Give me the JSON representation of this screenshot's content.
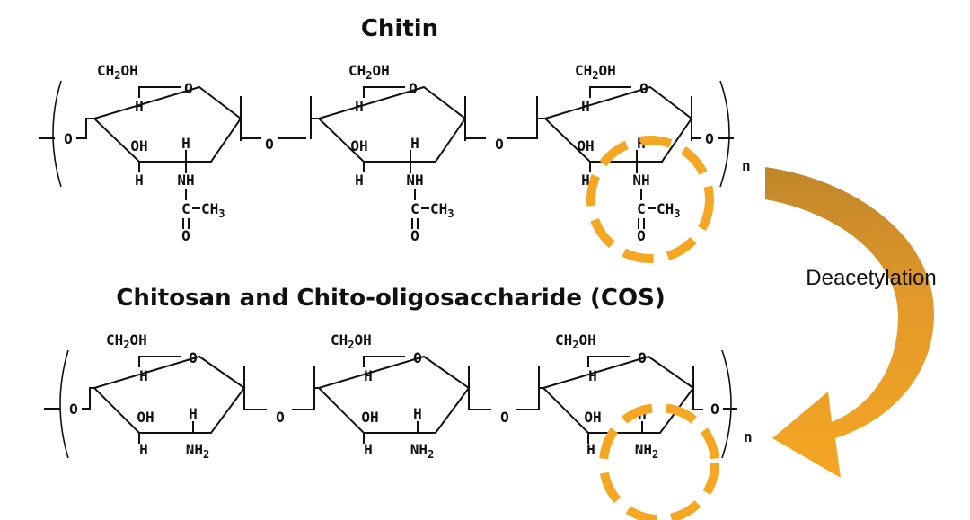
{
  "titles": {
    "top": "Chitin",
    "bottom": "Chitosan and Chito-oligosaccharide (COS)"
  },
  "arrow_label": "Deacetylation",
  "colors": {
    "highlight": "#F5A623",
    "arrow_dark": "#C98A2B",
    "arrow_light": "#F5A623",
    "ink": "#111111"
  },
  "atoms": {
    "ch2oh_main": "CH",
    "ch2oh_sub": "2",
    "ch2oh_tail": "OH",
    "ring_o": "O",
    "h": "H",
    "oh": "OH",
    "bridge_o": "O",
    "nh": "NH",
    "acetyl_c": "C",
    "acetyl_ch3_main": "CH",
    "acetyl_ch3_sub": "3",
    "carbonyl_o": "O",
    "nh2_main": "NH",
    "nh2_sub": "2",
    "repeat_n": "n"
  }
}
